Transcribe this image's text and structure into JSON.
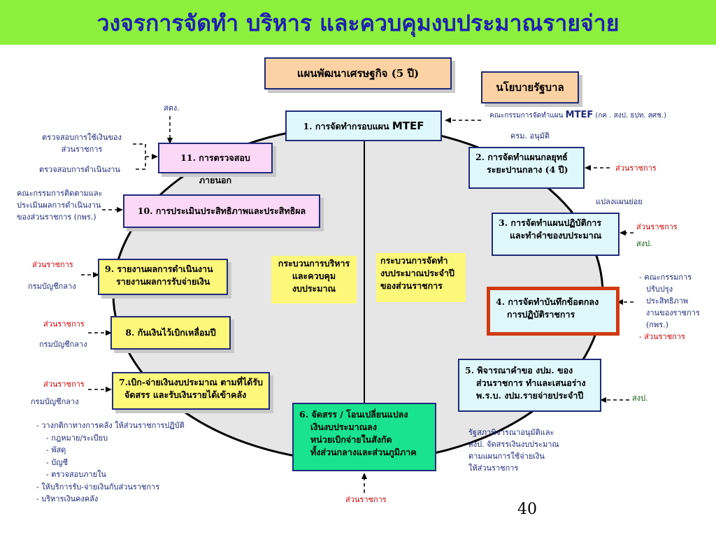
{
  "title": "วงจรการจัดทำ บริหาร และควบคุมงบประมาณรายจ่าย",
  "top_boxes": {
    "economic_plan": "แผนพัฒนาเศรษฐกิจ (5 ปี)",
    "gov_policy": "นโยบายรัฐบาล"
  },
  "steps": {
    "s1_prefix": "1.  การจัดทำกรอบแผน ",
    "s1_suffix": "MTEF",
    "s2_l1": "2.  การจัดทำแผนกลยุทธ์",
    "s2_l2": "ระยะปานกลาง (4 ปี)",
    "s3_l1": "3.  การจัดทำแผนปฏิบัติการ",
    "s3_l2": "และทำคำของบประมาณ",
    "s4_l1": "4.  การจัดทำบันทึกข้อตกลง",
    "s4_l2": "การปฏิบัติราชการ",
    "s5_l1": "5.  พิจารณาคำขอ งปม. ของ",
    "s5_l2": "ส่วนราชการ  ทำและเสนอร่าง",
    "s5_l3": "พ.ร.บ. งปม.รายจ่ายประจำปี",
    "s6_l1": "6.  จัดสรร  /  โอนเปลี่ยนแปลง",
    "s6_l2": "เงินงบประมาณลง",
    "s6_l3": "หน่วยเบิกจ่ายในสังกัด",
    "s6_l4": "ทั้งส่วนกลางและส่วนภูมิภาค",
    "s7_l1": "7.เบิก-จ่ายเงินงบประมาณ ตามที่ได้รับ",
    "s7_l2": "จัดสรร  และรับเงินรายได้เข้าคลัง",
    "s8": "8.  กันเงินไว้เบิกเหลื่อมปี",
    "s9_l1": "9.  รายงานผลการดำเนินงาน",
    "s9_l2": "รายงานผลการรับจ่ายเงิน",
    "s10": "10.  การประเมินประสิทธิภาพและประสิทธิผล",
    "s11": "11.  การตรวจสอบภายนอก"
  },
  "center": {
    "admin_l1": "กระบวนการบริหาร",
    "admin_l2": "และควบคุม",
    "admin_l3": "งบประมาณ",
    "prep_l1": "กระบวนการจัดทำ",
    "prep_l2": "งบประมาณประจำปี",
    "prep_l3": "ของส่วนราชการ"
  },
  "notes": {
    "mtef_prefix": "คณะกรรมการจัดทำแผน ",
    "mtef_mid": "MTEF",
    "mtef_suffix": " (กค . สงป. ธปท. สศช.)",
    "cabinet": "ครม. อนุมัติ",
    "sdg": "สตง.",
    "audit1_l1": "ตรวจสอบการใช้เงินของ",
    "audit1_l2": "ส่วนราชการ",
    "audit2": "ตรวจสอบการดำเนินงาน",
    "kpc_l1": "คณะกรรมการติดตามและ",
    "kpc_l2": "ประเมินผลการดำเนินงาน",
    "kpc_l3": "ของส่วนราชการ (กพร.)",
    "agency_s2": "ส่วนราชการ",
    "subplan": "แปลงแผนย่อย",
    "agency_s3": "ส่วนราชการ",
    "bb_s3": "สงป.",
    "opdc_l1": "- คณะกรรมการ",
    "opdc_l2": "ปรับปรุง",
    "opdc_l3": "ประสิทธิภาพ",
    "opdc_l4": "งานของราชการ",
    "opdc_l5": "(กพร.)",
    "opdc_l6": "- ส่วนราชการ",
    "bb_s5": "สงป.",
    "parliament_l1": "รัฐสภาพิจารณาอนุมัติและ",
    "parliament_l2": "สงป. จัดสรรเงินงบประมาณ",
    "parliament_l3": "ตามแผนการใช้จ่ายเงิน",
    "parliament_l4": "ให้ส่วนราชการ",
    "agency_s6": "ส่วนราชการ",
    "agency_s7": "ส่วนราชการ",
    "cgd_s7": "กรมบัญชีกลาง",
    "agency_s8": "ส่วนราชการ",
    "cgd_s8": "กรมบัญชีกลาง",
    "agency_s9": "ส่วนราชการ",
    "cgd_s9": "กรมบัญชีกลาง"
  },
  "bottom_list": [
    "-  วางกติกาทางการคลัง ให้ส่วนราชการปฏิบัติ",
    "- กฎหมาย/ระเบียบ",
    "- พัสดุ",
    "- บัญชี",
    "- ตรวจสอบภายใน",
    "-  ให้บริการรับ-จ่ายเงินกับส่วนราชการ",
    "-  บริหารเงินคงคลัง"
  ],
  "page_number": "40",
  "colors": {
    "title_bar": "#8cf03c",
    "title_text": "#2020b0",
    "ellipse_fill": "#e6e6e6",
    "highlight_border": "#d03a10",
    "note_red": "#d00000"
  }
}
